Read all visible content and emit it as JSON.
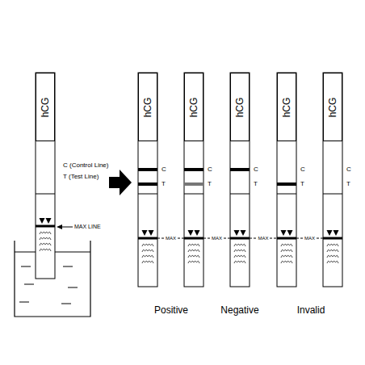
{
  "diagram": {
    "nodes": [
      {
        "text": [
          "hCG"
        ]
      },
      {
        "text": [
          "hCG"
        ]
      },
      {
        "text": [
          "hCG"
        ]
      },
      {
        "text": [
          "hCG"
        ]
      },
      {
        "text": [
          "hCG"
        ]
      },
      {
        "text": [
          "hCG"
        ]
      }
    ],
    "labels": [
      "C (Control Line)",
      "T (Test Line)",
      "MAX LINE",
      "C",
      "T",
      "C",
      "T",
      "C",
      "T",
      "C",
      "T",
      "C",
      "T",
      "MAX",
      "MAX",
      "MAX",
      "MAX",
      "Positive",
      "Negative",
      "Invalid"
    ]
  }
}
